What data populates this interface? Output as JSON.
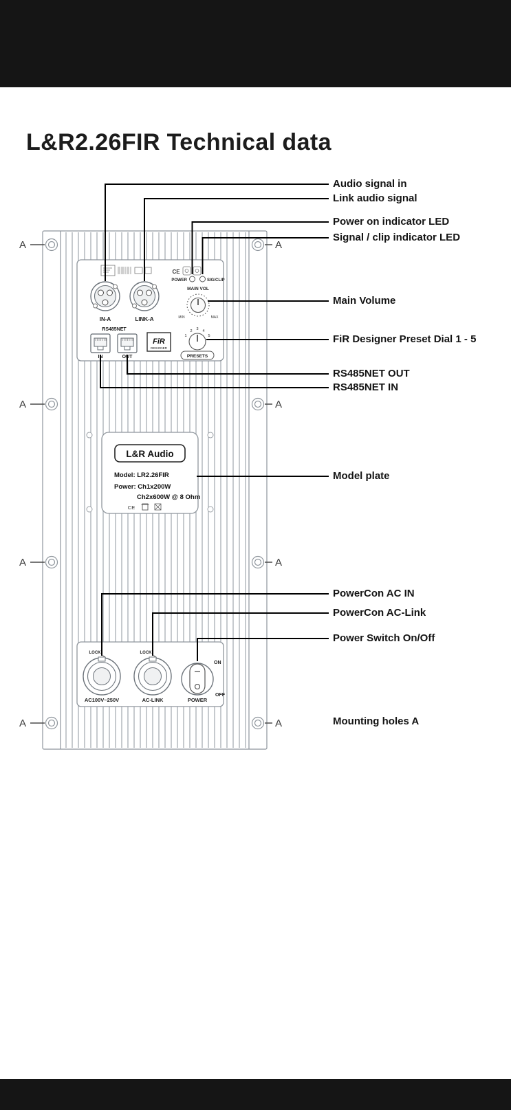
{
  "page": {
    "title": "L&R2.26FIR Technical data"
  },
  "amp": {
    "mount_label": "A",
    "cert_ce": "CE",
    "leds": {
      "power": "POWER",
      "sig_clip": "SIG/CLIP"
    },
    "main_vol": "MAIN VOL",
    "min": "MIN",
    "max": "MAX",
    "xlr_in": "IN-A",
    "xlr_link": "LINK-A",
    "rs485net": "RS485NET",
    "rj45_in": "IN",
    "rj45_out": "OUT",
    "fir": "FiR",
    "designer": "DESIGNER",
    "presets": "PRESETS",
    "preset_numbers": [
      "1",
      "2",
      "3",
      "4",
      "5"
    ],
    "model_plate": {
      "brand": "L&R Audio",
      "model": "Model: LR2.26FIR",
      "power_line1": "Power: Ch1x200W",
      "power_line2": "Ch2x600W @ 8 Ohm",
      "ce": "CE"
    },
    "bottom": {
      "lock_in": "LOCK",
      "lock_link": "LOCK",
      "ac_in_label": "AC100V~250V",
      "ac_link_label": "AC-LINK",
      "power_label": "POWER",
      "on": "ON",
      "off": "OFF"
    }
  },
  "callouts": [
    {
      "label": "Audio signal in"
    },
    {
      "label": "Link audio signal"
    },
    {
      "label": "Power on indicator LED"
    },
    {
      "label": "Signal / clip indicator LED"
    },
    {
      "label": "Main Volume"
    },
    {
      "label": "FiR Designer Preset Dial 1 - 5"
    },
    {
      "label": "RS485NET OUT"
    },
    {
      "label": "RS485NET IN"
    },
    {
      "label": "Model plate"
    },
    {
      "label": "PowerCon AC IN"
    },
    {
      "label": "PowerCon AC-Link"
    },
    {
      "label": "Power Switch On/Off"
    },
    {
      "label": "Mounting holes A"
    }
  ]
}
